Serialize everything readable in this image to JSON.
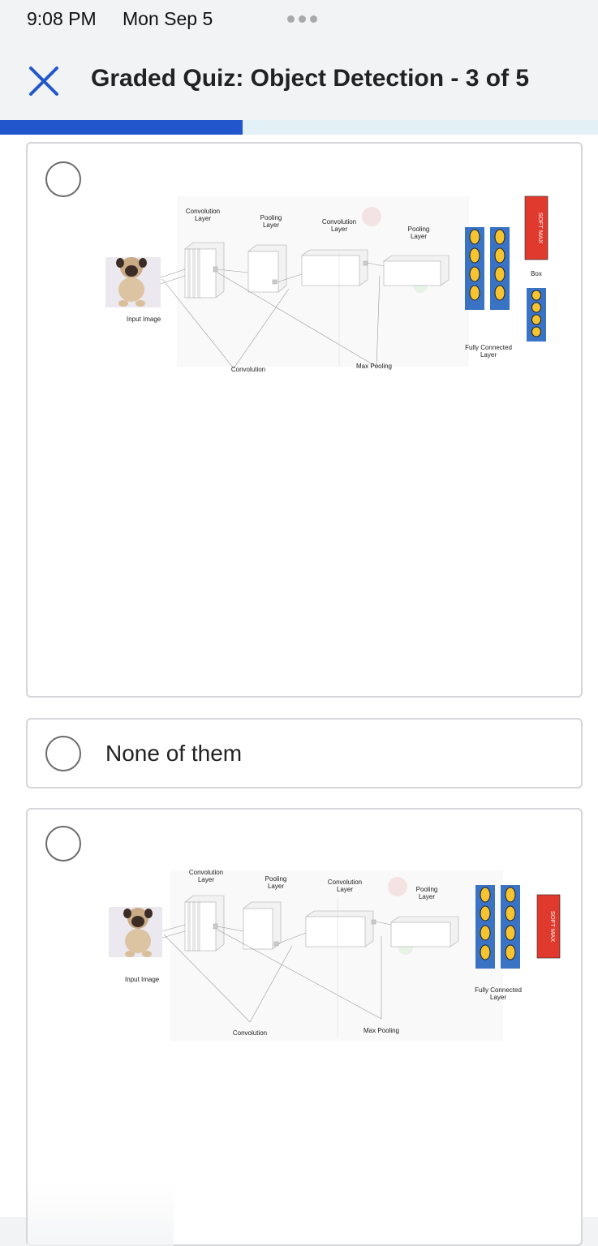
{
  "status_bar": {
    "time": "9:08 PM",
    "date": "Mon Sep 5"
  },
  "header": {
    "title": "Graded Quiz: Object Detection - 3 of 5",
    "close_icon": "close-icon"
  },
  "progress": {
    "fraction": 0.406,
    "accent": "#2256cc",
    "track": "#e3f1f7"
  },
  "options": [
    {
      "diagram": {
        "input": "Input Image",
        "conv1": [
          "Convolution",
          "Layer"
        ],
        "pool1": [
          "Pooling",
          "Layer"
        ],
        "conv2": [
          "Convolution",
          "Layer"
        ],
        "pool2": [
          "Pooling",
          "Layer"
        ],
        "convolution": "Convolution",
        "max_pooling": "Max Pooling",
        "fc": [
          "Fully Connected",
          "Layer"
        ],
        "softmax": "SOFT MAX",
        "box": "Box"
      }
    },
    {
      "label": "None of them"
    },
    {
      "diagram": {
        "input": "Input Image",
        "conv1": [
          "Convolution",
          "Layer"
        ],
        "pool1": [
          "Pooling",
          "Layer"
        ],
        "conv2": [
          "Convolution",
          "Layer"
        ],
        "pool2": [
          "Pooling",
          "Layer"
        ],
        "convolution": "Convolution",
        "max_pooling": "Max Pooling",
        "fc": [
          "Fully Connected",
          "Layer"
        ],
        "softmax": "SOFT MAX"
      }
    }
  ],
  "colors": {
    "fc_blue": "#3a73c4",
    "fc_node": "#f6c430",
    "softmax_red": "#e03a2e",
    "close_blue": "#2256cc"
  }
}
